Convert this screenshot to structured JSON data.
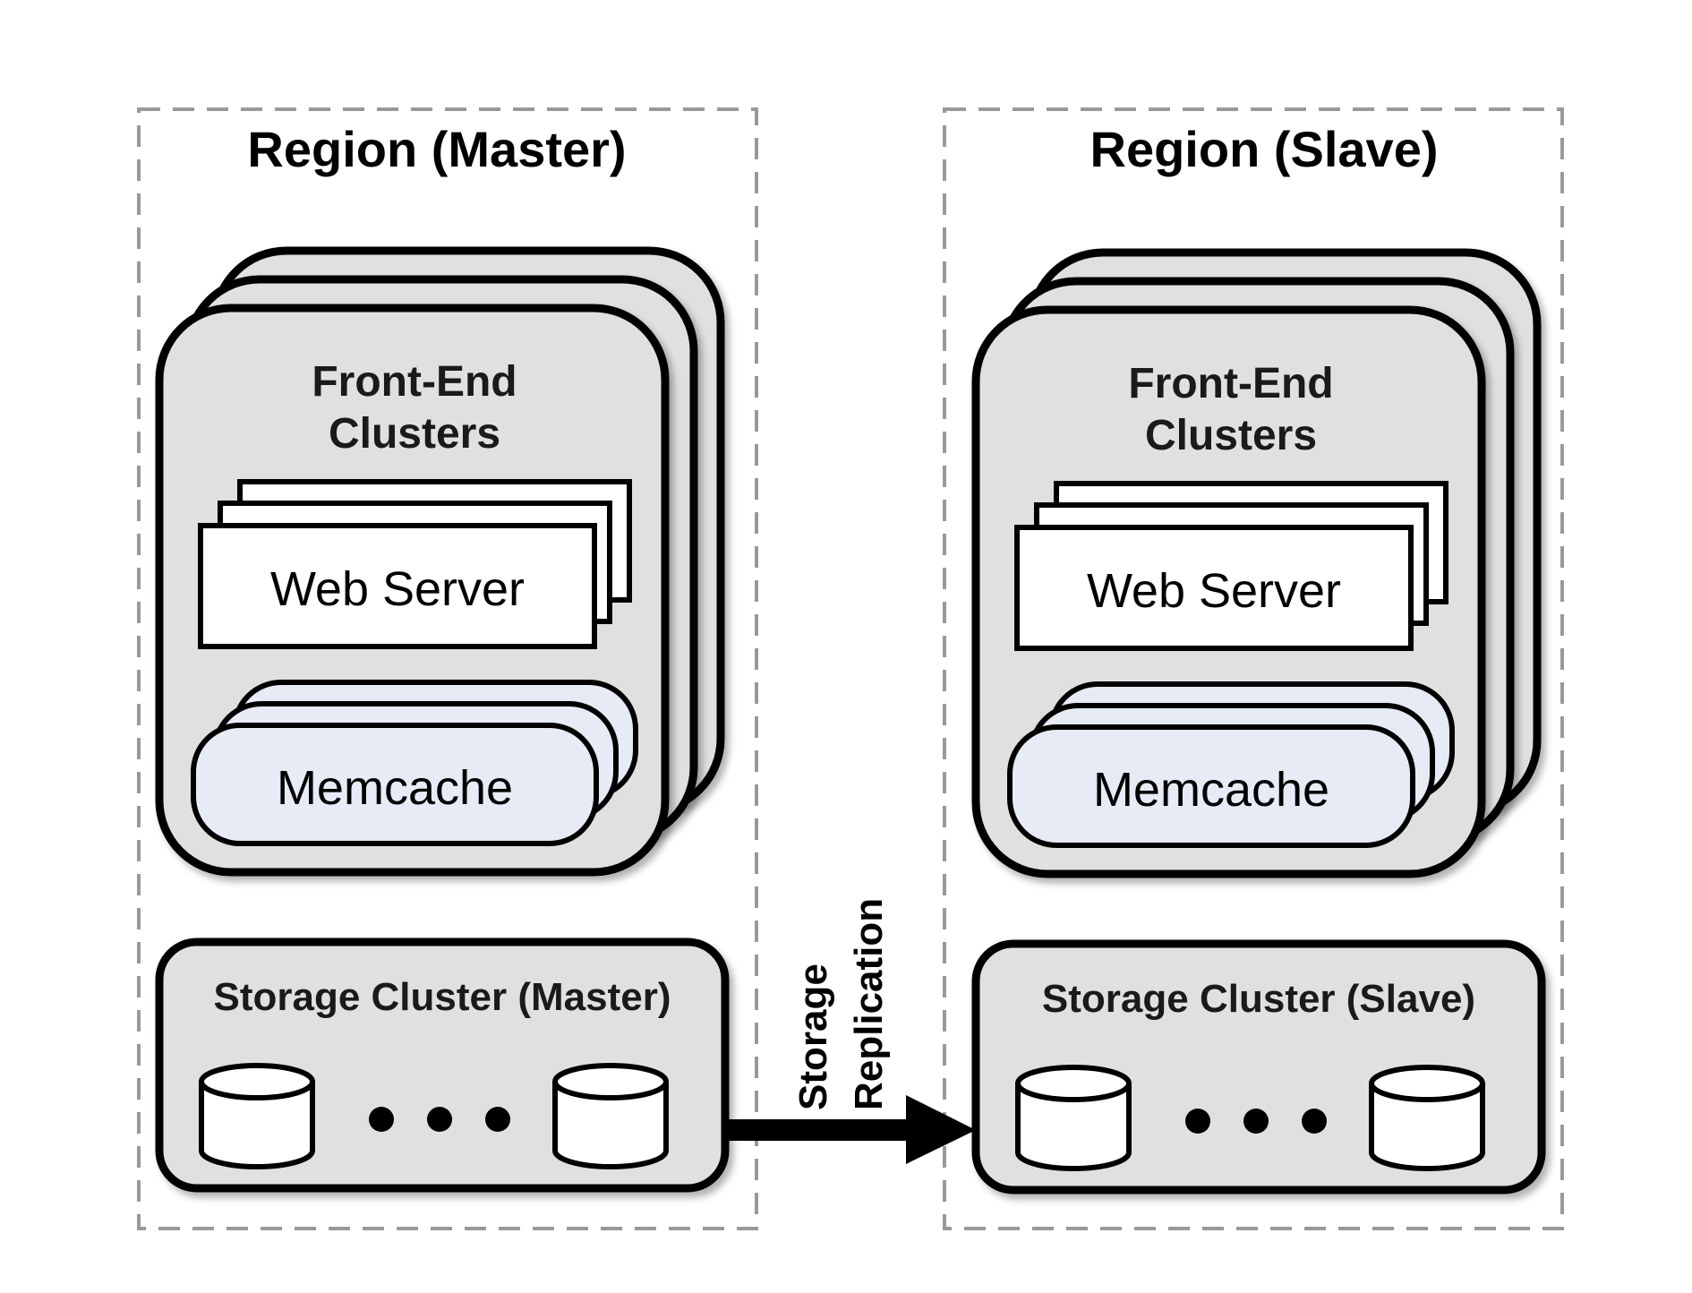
{
  "regions": [
    {
      "title": "Region (Master)",
      "front_end": {
        "title_line1": "Front-End",
        "title_line2": "Clusters",
        "web_server": "Web Server",
        "memcache": "Memcache"
      },
      "storage": {
        "title": "Storage Cluster (Master)"
      }
    },
    {
      "title": "Region (Slave)",
      "front_end": {
        "title_line1": "Front-End",
        "title_line2": "Clusters",
        "web_server": "Web Server",
        "memcache": "Memcache"
      },
      "storage": {
        "title": "Storage Cluster (Slave)"
      }
    }
  ],
  "replication": {
    "label_line1": "Storage",
    "label_line2": "Replication"
  },
  "colors": {
    "cluster_fill": "#e0e0e0",
    "memcache_fill": "#e6ebf5",
    "web_server_fill": "#ffffff",
    "outline": "#000000",
    "region_border": "#999999"
  }
}
